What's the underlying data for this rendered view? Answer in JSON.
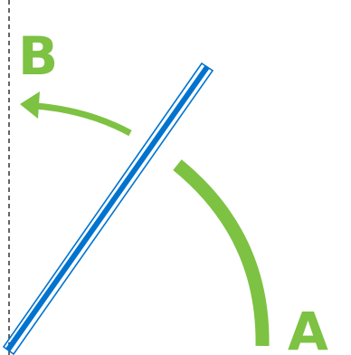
{
  "labels": {
    "a": "A",
    "b": "B"
  },
  "colors": {
    "accent_green": "#7dc242",
    "bar_blue": "#0073cf",
    "reference_line": "#333333",
    "background": "#ffffff"
  },
  "elements": {
    "reference_line_style": "dashed-vertical",
    "rotating_bar": "tilted-bar",
    "arc_a": "thick-arc",
    "arrow_b": "curved-arrow-left"
  }
}
